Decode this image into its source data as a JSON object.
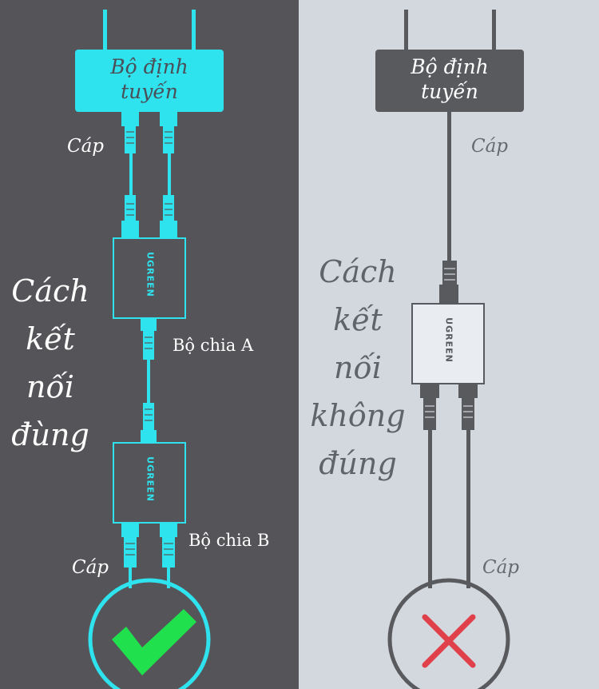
{
  "left": {
    "router_label": "Bộ định tuyến",
    "cable_label_top": "Cáp",
    "splitter_a_label": "Bộ chia A",
    "splitter_b_label": "Bộ chia B",
    "cable_label_bottom": "Cáp",
    "brand": "UGREEN",
    "verdict_lines": [
      "Cách",
      "kết",
      "nối",
      "đùng"
    ],
    "result_icon": "check-icon"
  },
  "right": {
    "router_label": "Bộ định tuyến",
    "cable_label_top": "Cáp",
    "cable_label_bottom": "Cáp",
    "brand": "UGREEN",
    "verdict_lines": [
      "Cách",
      "kết",
      "nối",
      "không",
      "đúng"
    ],
    "result_icon": "cross-icon"
  },
  "colors": {
    "left_background": "#555559",
    "right_background": "#d3d8df",
    "correct_accent": "#2ee3ee",
    "incorrect_accent": "#595a5e",
    "check_green": "#20e04e",
    "cross_red": "#e0404a"
  }
}
